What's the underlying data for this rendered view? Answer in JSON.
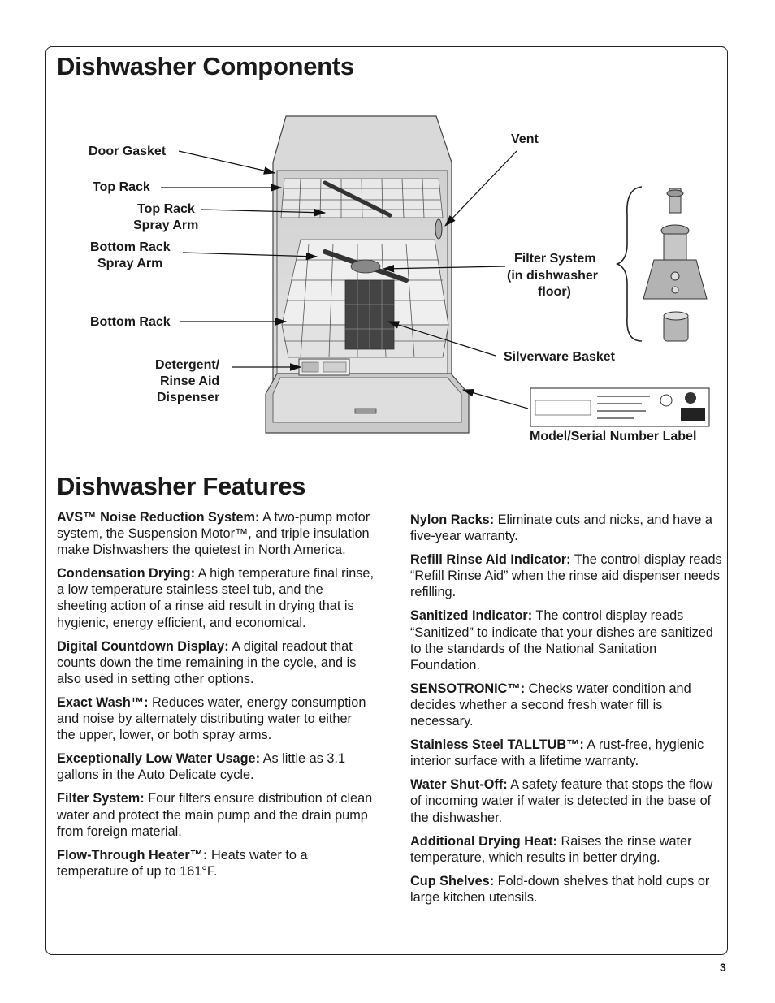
{
  "components": {
    "title": "Dishwasher Components",
    "labels": {
      "door_gasket": "Door Gasket",
      "top_rack": "Top Rack",
      "top_rack_spray_arm_1": "Top Rack",
      "top_rack_spray_arm_2": "Spray Arm",
      "bottom_rack_spray_arm_1": "Bottom Rack",
      "bottom_rack_spray_arm_2": "Spray Arm",
      "bottom_rack": "Bottom Rack",
      "detergent_1": "Detergent/",
      "detergent_2": "Rinse Aid",
      "detergent_3": "Dispenser",
      "vent": "Vent",
      "filter_1": "Filter System",
      "filter_2": "(in dishwasher",
      "filter_3": "floor)",
      "silverware_basket": "Silverware Basket",
      "model_serial_label": "Model/Serial Number Label"
    }
  },
  "features": {
    "title": "Dishwasher Features",
    "left": [
      {
        "term": "AVS™ Noise Reduction System:",
        "text": " A two-pump motor system, the Suspension Motor™, and triple insulation make Dishwashers the quietest in North America."
      },
      {
        "term": "Condensation Drying:",
        "text": " A high temperature final rinse, a low temperature stainless steel tub, and the sheeting action of a rinse aid result in drying that is hygienic, energy efficient, and economical."
      },
      {
        "term": "Digital Countdown Display:",
        "text": " A digital readout that counts down the time remaining in the cycle, and is also used in setting other options."
      },
      {
        "term": "Exact Wash™:",
        "text": " Reduces water, energy consumption and noise by alternately distributing water to either the upper, lower, or both spray arms."
      },
      {
        "term": "Exceptionally Low Water Usage:",
        "text": " As little as 3.1 gallons in the Auto Delicate cycle."
      },
      {
        "term": "Filter System:",
        "text": " Four filters ensure distribution of clean water and protect the main pump and the drain pump from foreign material."
      },
      {
        "term": "Flow-Through Heater™:",
        "text": " Heats water to a temperature of up to 161°F."
      }
    ],
    "right": [
      {
        "term": "Nylon Racks:",
        "text": " Eliminate cuts and nicks, and have a five-year warranty."
      },
      {
        "term": "Refill Rinse Aid Indicator:",
        "text": " The control display reads “Refill Rinse Aid” when the rinse aid dispenser needs refilling."
      },
      {
        "term": "Sanitized Indicator:",
        "text": " The control display reads “Sanitized” to indicate that your dishes are sanitized to the standards of the National Sanitation Foundation."
      },
      {
        "term": "SENSOTRONIC™:",
        "text": " Checks water condition and decides whether a second fresh water fill is necessary."
      },
      {
        "term": "Stainless Steel TALLTUB™:",
        "text": " A rust-free, hygienic interior surface with a lifetime warranty."
      },
      {
        "term": "Water Shut-Off:",
        "text": " A safety feature that stops the flow of incoming water if water is detected in the base of the dishwasher."
      },
      {
        "term": "Additional Drying Heat:",
        "text": " Raises the rinse water temperature, which results in better drying."
      },
      {
        "term": "Cup Shelves:",
        "text": " Fold-down shelves that hold cups or large kitchen utensils."
      }
    ]
  },
  "page_number": "3"
}
